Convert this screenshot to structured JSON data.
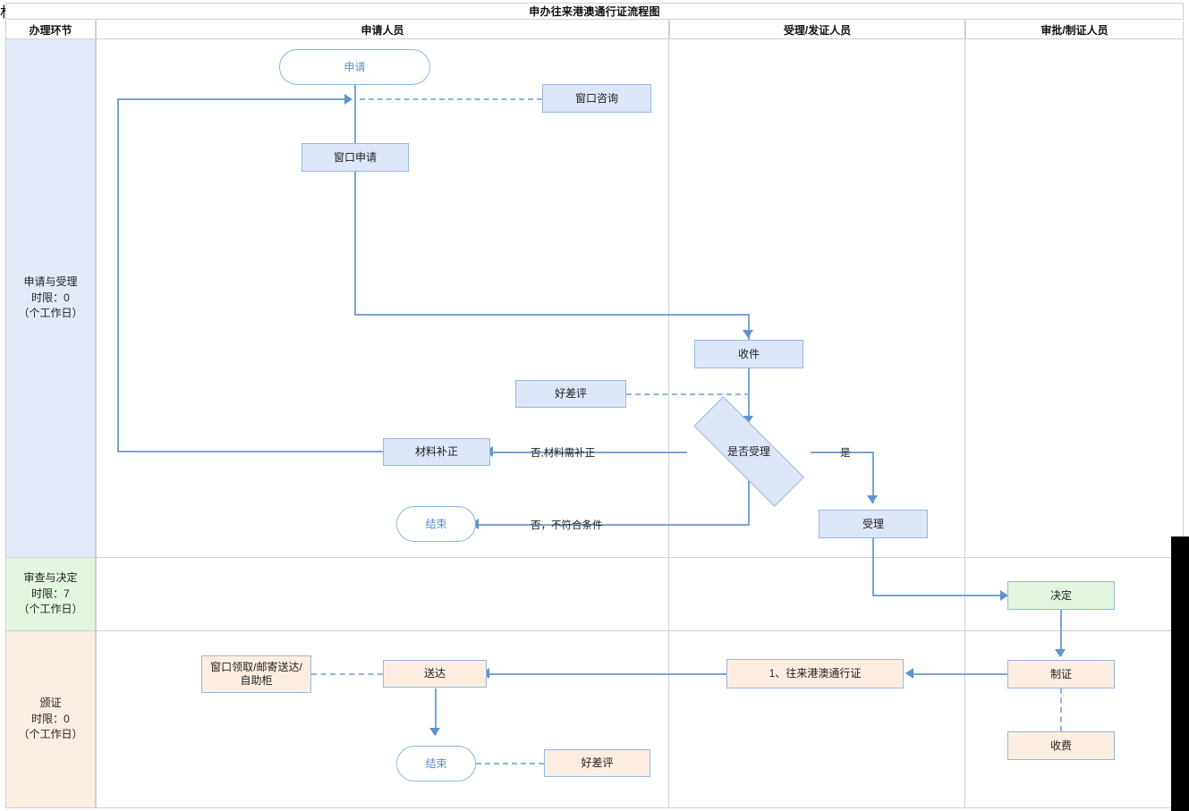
{
  "title": "申办往来港澳通行证流程图",
  "columns": [
    {
      "label": "办理环节"
    },
    {
      "label": "申请人员"
    },
    {
      "label": "受理/发证人员"
    },
    {
      "label": "审批/制证人员"
    }
  ],
  "lanes": [
    {
      "name": "申请与受理",
      "limit": "时限：0",
      "unit": "（个工作日）",
      "color": "#e3eaf8"
    },
    {
      "name": "审查与决定",
      "limit": "时限：7",
      "unit": "（个工作日）",
      "color": "#e4f6e0"
    },
    {
      "name": "颁证",
      "limit": "时限：0",
      "unit": "（个工作日）",
      "color": "#fbeee3"
    }
  ],
  "nodes": {
    "apply": "申请",
    "consult": "窗口咨询",
    "window_apply": "窗口申请",
    "receive": "收件",
    "review1": "好差评",
    "decide_q": "是否受理",
    "fix": "材料补正",
    "end1": "结束",
    "accept": "受理",
    "decision": "决定",
    "make_cert": "制证",
    "fee": "收费",
    "cert_item": "1、往来港澳通行证",
    "deliver": "送达",
    "pickup": "窗口领取/邮寄送达/\n自助柜",
    "pickup_l1": "窗口领取/邮寄送达/",
    "pickup_l2": "自助柜",
    "end2": "结束",
    "review2": "好差评"
  },
  "edge_labels": {
    "need_fix": "否,材料需补正",
    "not_qualified": "否，不符合条件",
    "yes": "是"
  },
  "colors": {
    "node_blue": "#dde7f8",
    "node_green": "#e4f6e0",
    "node_peach": "#fceee1",
    "node_border": "#9ab7dd",
    "connector": "#78a4d8",
    "terminator_text": "#5b8ed0",
    "grid": "#cfcfcf"
  }
}
